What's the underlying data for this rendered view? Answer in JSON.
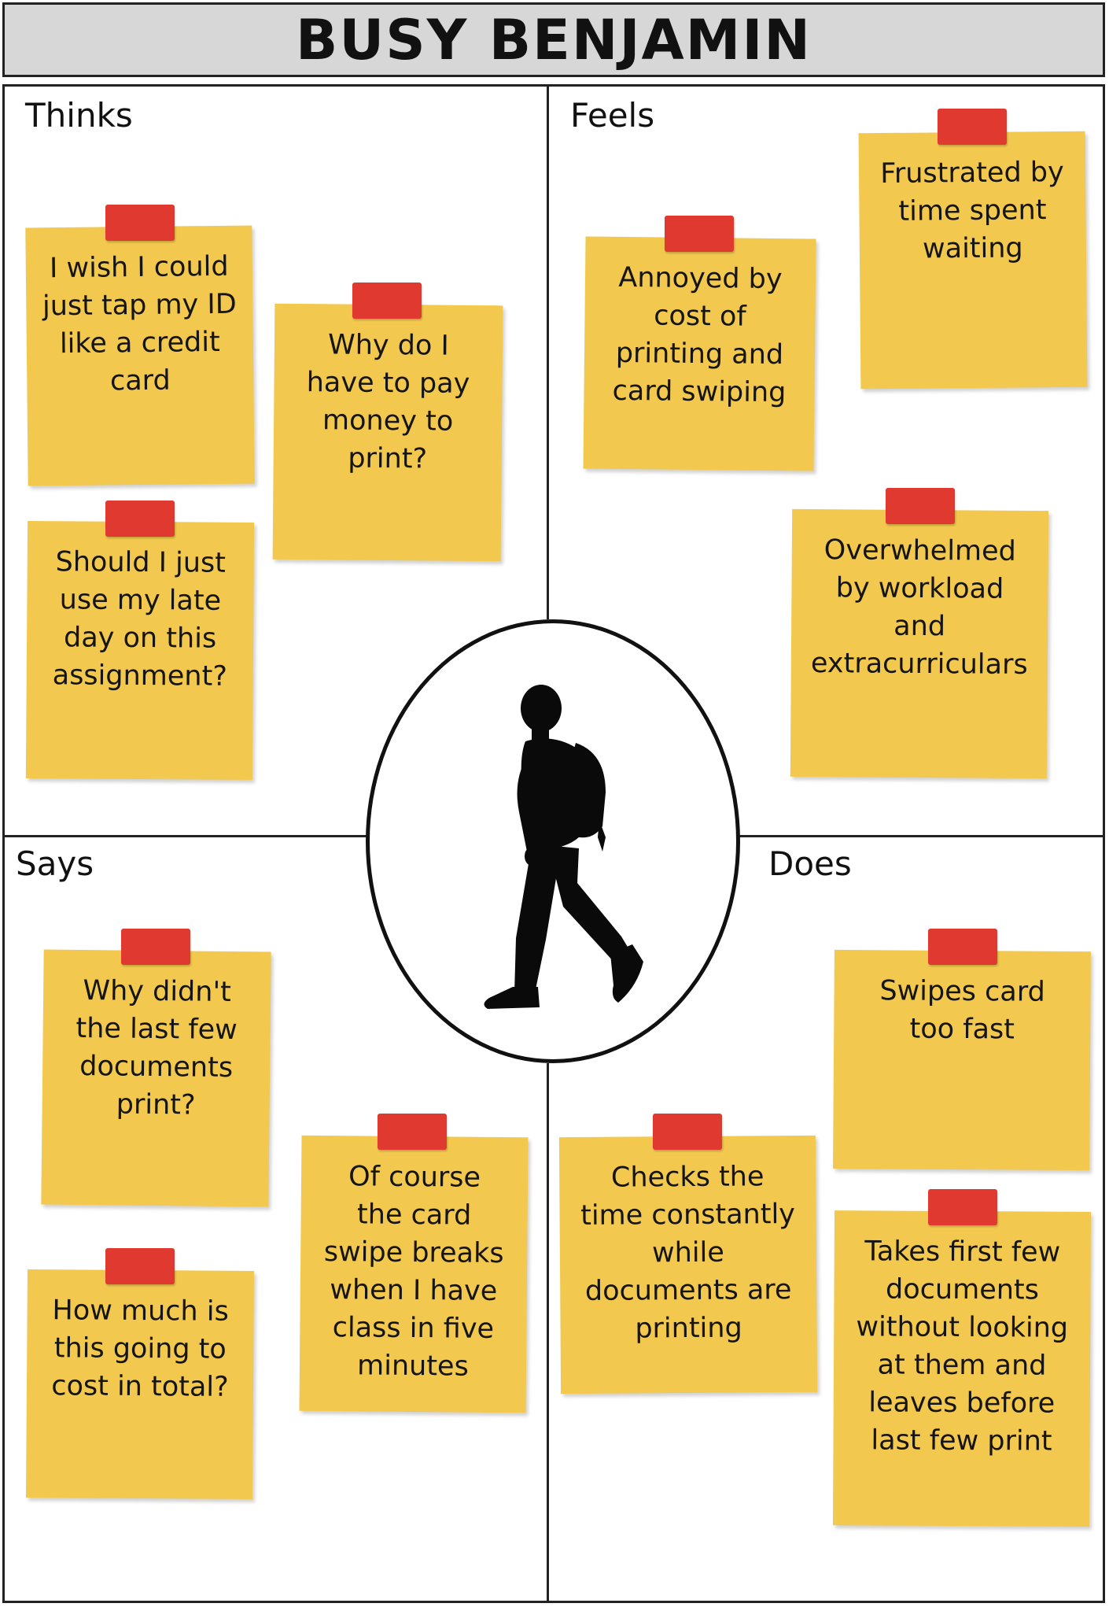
{
  "title": "BUSY BENJAMIN",
  "quadrants": {
    "thinks": {
      "label": "Thinks",
      "notes": [
        "I wish I could\njust tap my ID\nlike a credit\ncard",
        "Why do I\nhave to pay\nmoney to\nprint?",
        "Should I just\nuse my late\nday on this\nassignment?"
      ]
    },
    "feels": {
      "label": "Feels",
      "notes": [
        "Annoyed by\ncost of\nprinting and\ncard swiping",
        "Frustrated by\ntime spent\nwaiting",
        "Overwhelmed\nby workload\nand\nextracurriculars"
      ]
    },
    "says": {
      "label": "Says",
      "notes": [
        "Why didn't\nthe last few\ndocuments\nprint?",
        "Of course\nthe card\nswipe breaks\nwhen I have\nclass in five\nminutes",
        "How much is\nthis going to\ncost in total?"
      ]
    },
    "does": {
      "label": "Does",
      "notes": [
        "Swipes card\ntoo fast",
        "Checks the\ntime constantly\nwhile\ndocuments are\nprinting",
        "Takes first few\ndocuments\nwithout looking\nat them and\nleaves before\nlast few print"
      ]
    }
  },
  "colors": {
    "note": "#f3c84e",
    "tape": "#e0392f",
    "title_bar": "#d7d7d7",
    "lines": "#222222"
  },
  "icons": [
    "walking-person-silhouette-icon"
  ]
}
